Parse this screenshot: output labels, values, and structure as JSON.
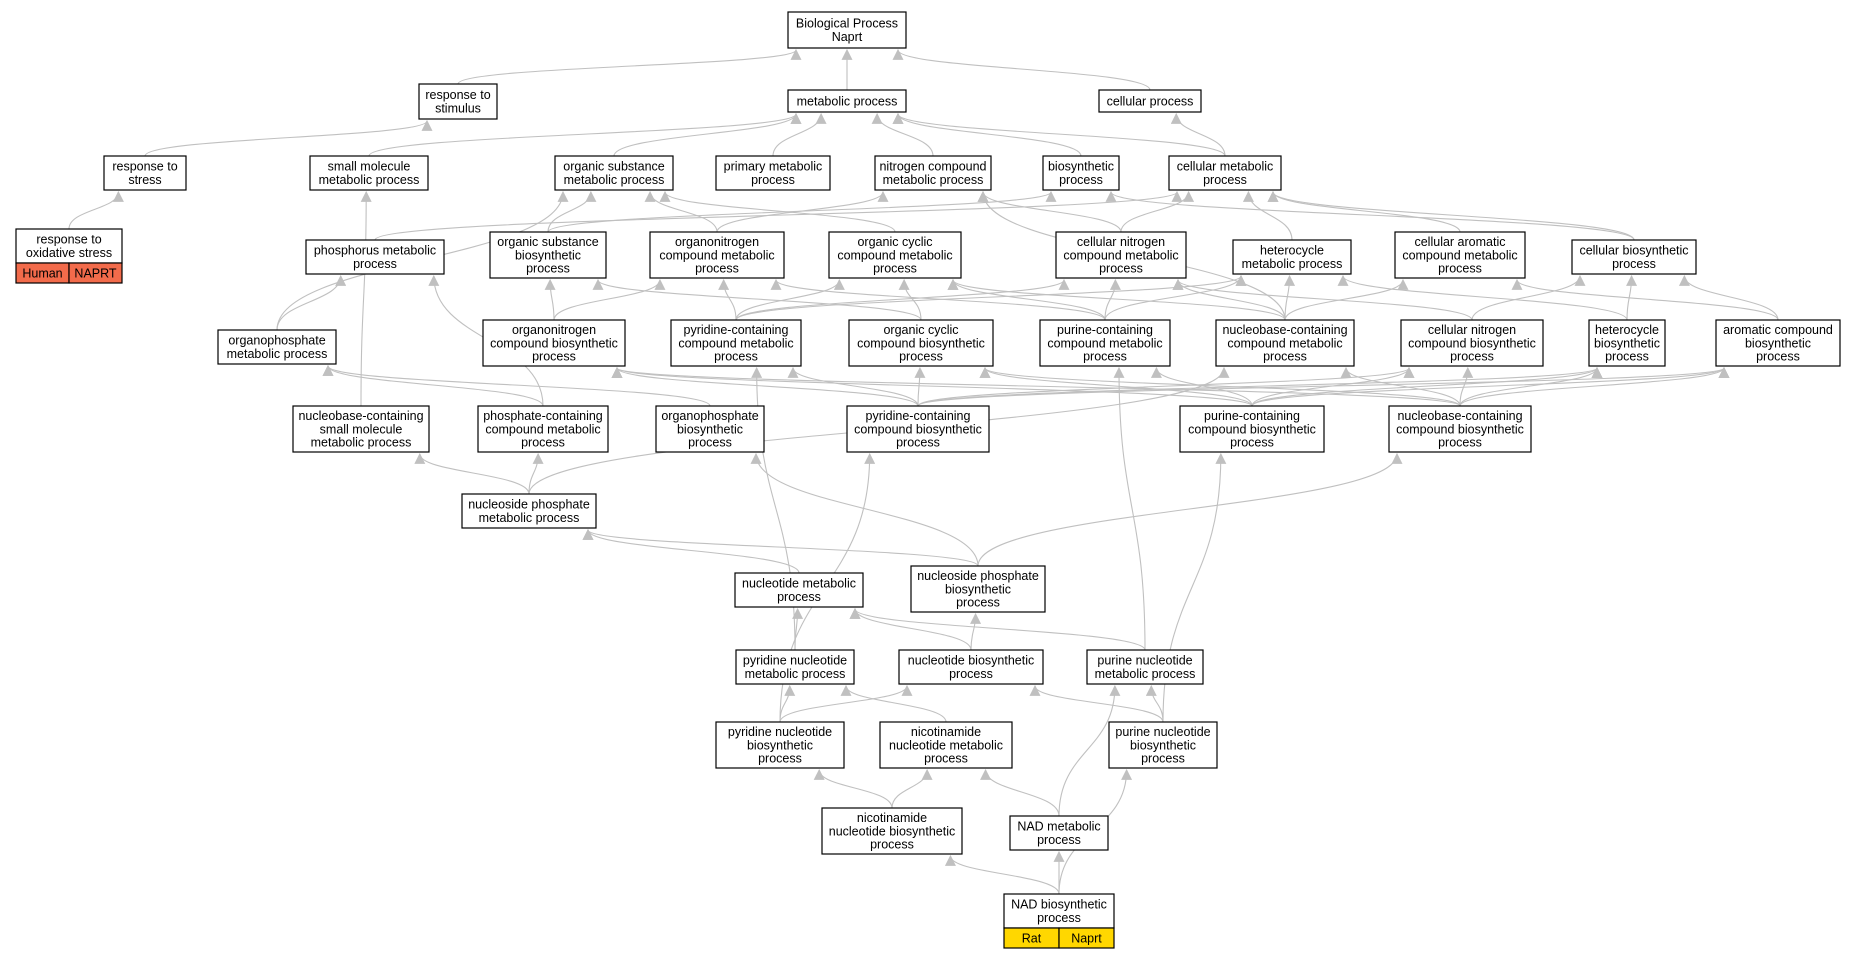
{
  "graph": {
    "edge_color": "#c0c0c0",
    "node_border": "#000000",
    "highlight_colors": {
      "human": "#f26b4b",
      "rat": "#ffd700"
    },
    "nodes": [
      {
        "id": "bp",
        "lines": [
          "Biological Process",
          "Naprt"
        ]
      },
      {
        "id": "resp_stim",
        "lines": [
          "response to",
          "stimulus"
        ]
      },
      {
        "id": "metab",
        "lines": [
          "metabolic process"
        ]
      },
      {
        "id": "cellproc",
        "lines": [
          "cellular process"
        ]
      },
      {
        "id": "resp_stress",
        "lines": [
          "response to",
          "stress"
        ]
      },
      {
        "id": "smallmol",
        "lines": [
          "small molecule",
          "metabolic process"
        ]
      },
      {
        "id": "orgsub",
        "lines": [
          "organic substance",
          "metabolic process"
        ]
      },
      {
        "id": "primary",
        "lines": [
          "primary metabolic",
          "process"
        ]
      },
      {
        "id": "nitrogen",
        "lines": [
          "nitrogen compound",
          "metabolic process"
        ]
      },
      {
        "id": "biosyn",
        "lines": [
          "biosynthetic",
          "process"
        ]
      },
      {
        "id": "cellmetab",
        "lines": [
          "cellular metabolic",
          "process"
        ]
      },
      {
        "id": "oxstress",
        "lines": [
          "response to",
          "oxidative stress"
        ],
        "tags": [
          "Human",
          "NAPRT"
        ],
        "tagColor": "human"
      },
      {
        "id": "phosphorus",
        "lines": [
          "phosphorus metabolic",
          "process"
        ]
      },
      {
        "id": "orgsubbio",
        "lines": [
          "organic substance",
          "biosynthetic",
          "process"
        ]
      },
      {
        "id": "organonitro",
        "lines": [
          "organonitrogen",
          "compound metabolic",
          "process"
        ]
      },
      {
        "id": "orgcyclic",
        "lines": [
          "organic cyclic",
          "compound metabolic",
          "process"
        ]
      },
      {
        "id": "cellnitro",
        "lines": [
          "cellular nitrogen",
          "compound metabolic",
          "process"
        ]
      },
      {
        "id": "hetero",
        "lines": [
          "heterocycle",
          "metabolic process"
        ]
      },
      {
        "id": "cellarom",
        "lines": [
          "cellular aromatic",
          "compound metabolic",
          "process"
        ]
      },
      {
        "id": "cellbiosyn",
        "lines": [
          "cellular biosynthetic",
          "process"
        ]
      },
      {
        "id": "organophos",
        "lines": [
          "organophosphate",
          "metabolic process"
        ]
      },
      {
        "id": "organonitrobio",
        "lines": [
          "organonitrogen",
          "compound biosynthetic",
          "process"
        ]
      },
      {
        "id": "pyridmetab",
        "lines": [
          "pyridine-containing",
          "compound metabolic",
          "process"
        ]
      },
      {
        "id": "orgcyclicbio",
        "lines": [
          "organic cyclic",
          "compound biosynthetic",
          "process"
        ]
      },
      {
        "id": "purinemetab",
        "lines": [
          "purine-containing",
          "compound metabolic",
          "process"
        ]
      },
      {
        "id": "nucleobasemetab",
        "lines": [
          "nucleobase-containing",
          "compound metabolic",
          "process"
        ]
      },
      {
        "id": "cellnitrobio",
        "lines": [
          "cellular nitrogen",
          "compound biosynthetic",
          "process"
        ]
      },
      {
        "id": "heterobio",
        "lines": [
          "heterocycle",
          "biosynthetic",
          "process"
        ]
      },
      {
        "id": "arombio",
        "lines": [
          "aromatic compound",
          "biosynthetic",
          "process"
        ]
      },
      {
        "id": "nucleobasesmall",
        "lines": [
          "nucleobase-containing",
          "small molecule",
          "metabolic process"
        ]
      },
      {
        "id": "phosphatecont",
        "lines": [
          "phosphate-containing",
          "compound metabolic",
          "process"
        ]
      },
      {
        "id": "organophosbio",
        "lines": [
          "organophosphate",
          "biosynthetic",
          "process"
        ]
      },
      {
        "id": "pyridbio",
        "lines": [
          "pyridine-containing",
          "compound biosynthetic",
          "process"
        ]
      },
      {
        "id": "purinebio",
        "lines": [
          "purine-containing",
          "compound biosynthetic",
          "process"
        ]
      },
      {
        "id": "nucleobasebio",
        "lines": [
          "nucleobase-containing",
          "compound biosynthetic",
          "process"
        ]
      },
      {
        "id": "nsphosmetab",
        "lines": [
          "nucleoside phosphate",
          "metabolic process"
        ]
      },
      {
        "id": "nucleotidemetab",
        "lines": [
          "nucleotide metabolic",
          "process"
        ]
      },
      {
        "id": "nsphosbio",
        "lines": [
          "nucleoside phosphate",
          "biosynthetic",
          "process"
        ]
      },
      {
        "id": "pyridnucmetab",
        "lines": [
          "pyridine nucleotide",
          "metabolic process"
        ]
      },
      {
        "id": "nucbio",
        "lines": [
          "nucleotide biosynthetic",
          "process"
        ]
      },
      {
        "id": "purinenucmetab",
        "lines": [
          "purine nucleotide",
          "metabolic process"
        ]
      },
      {
        "id": "pyridnucbio",
        "lines": [
          "pyridine nucleotide",
          "biosynthetic",
          "process"
        ]
      },
      {
        "id": "nicmetab",
        "lines": [
          "nicotinamide",
          "nucleotide metabolic",
          "process"
        ]
      },
      {
        "id": "purinenucbio",
        "lines": [
          "purine nucleotide",
          "biosynthetic",
          "process"
        ]
      },
      {
        "id": "nicbio",
        "lines": [
          "nicotinamide",
          "nucleotide biosynthetic",
          "process"
        ]
      },
      {
        "id": "nadmetab",
        "lines": [
          "NAD metabolic",
          "process"
        ]
      },
      {
        "id": "nadbio",
        "lines": [
          "NAD biosynthetic",
          "process"
        ],
        "tags": [
          "Rat",
          "Naprt"
        ],
        "tagColor": "rat"
      }
    ],
    "edges": [
      [
        "resp_stim",
        "bp"
      ],
      [
        "metab",
        "bp"
      ],
      [
        "cellproc",
        "bp"
      ],
      [
        "resp_stress",
        "resp_stim"
      ],
      [
        "oxstress",
        "resp_stress"
      ],
      [
        "smallmol",
        "metab"
      ],
      [
        "orgsub",
        "metab"
      ],
      [
        "primary",
        "metab"
      ],
      [
        "nitrogen",
        "metab"
      ],
      [
        "biosyn",
        "metab"
      ],
      [
        "cellmetab",
        "metab"
      ],
      [
        "cellmetab",
        "cellproc"
      ],
      [
        "orgsubbio",
        "orgsub"
      ],
      [
        "organonitro",
        "orgsub"
      ],
      [
        "orgcyclic",
        "orgsub"
      ],
      [
        "orgsubbio",
        "biosyn"
      ],
      [
        "cellbiosyn",
        "biosyn"
      ],
      [
        "organonitro",
        "nitrogen"
      ],
      [
        "cellnitro",
        "nitrogen"
      ],
      [
        "cellnitro",
        "cellmetab"
      ],
      [
        "hetero",
        "cellmetab"
      ],
      [
        "cellarom",
        "cellmetab"
      ],
      [
        "cellbiosyn",
        "cellmetab"
      ],
      [
        "phosphorus",
        "cellmetab"
      ],
      [
        "organophos",
        "phosphorus"
      ],
      [
        "phosphatecont",
        "phosphorus"
      ],
      [
        "organophos",
        "orgsub"
      ],
      [
        "nucleobasesmall",
        "smallmol"
      ],
      [
        "organonitrobio",
        "organonitro"
      ],
      [
        "organonitrobio",
        "orgsubbio"
      ],
      [
        "pyridmetab",
        "organonitro"
      ],
      [
        "pyridmetab",
        "orgcyclic"
      ],
      [
        "pyridmetab",
        "cellnitro"
      ],
      [
        "pyridmetab",
        "hetero"
      ],
      [
        "orgcyclicbio",
        "orgcyclic"
      ],
      [
        "orgcyclicbio",
        "orgsubbio"
      ],
      [
        "purinemetab",
        "cellnitro"
      ],
      [
        "purinemetab",
        "hetero"
      ],
      [
        "purinemetab",
        "orgcyclic"
      ],
      [
        "purinemetab",
        "organonitro"
      ],
      [
        "nucleobasemetab",
        "cellnitro"
      ],
      [
        "nucleobasemetab",
        "hetero"
      ],
      [
        "nucleobasemetab",
        "cellarom"
      ],
      [
        "nucleobasemetab",
        "orgcyclic"
      ],
      [
        "nucleobasemetab",
        "nitrogen"
      ],
      [
        "cellnitrobio",
        "cellbiosyn"
      ],
      [
        "cellnitrobio",
        "cellnitro"
      ],
      [
        "heterobio",
        "cellbiosyn"
      ],
      [
        "heterobio",
        "hetero"
      ],
      [
        "arombio",
        "cellbiosyn"
      ],
      [
        "arombio",
        "cellarom"
      ],
      [
        "organophosbio",
        "organophos"
      ],
      [
        "phosphatecont",
        "organophos"
      ],
      [
        "pyridbio",
        "pyridmetab"
      ],
      [
        "pyridbio",
        "orgcyclicbio"
      ],
      [
        "pyridbio",
        "organonitrobio"
      ],
      [
        "pyridbio",
        "cellnitrobio"
      ],
      [
        "pyridbio",
        "heterobio"
      ],
      [
        "pyridbio",
        "arombio"
      ],
      [
        "purinebio",
        "purinemetab"
      ],
      [
        "purinebio",
        "orgcyclicbio"
      ],
      [
        "purinebio",
        "organonitrobio"
      ],
      [
        "purinebio",
        "cellnitrobio"
      ],
      [
        "purinebio",
        "heterobio"
      ],
      [
        "purinebio",
        "arombio"
      ],
      [
        "nucleobasebio",
        "nucleobasemetab"
      ],
      [
        "nucleobasebio",
        "cellnitrobio"
      ],
      [
        "nucleobasebio",
        "orgcyclicbio"
      ],
      [
        "nucleobasebio",
        "heterobio"
      ],
      [
        "nucleobasebio",
        "arombio"
      ],
      [
        "nucleobasebio",
        "organonitrobio"
      ],
      [
        "nsphosmetab",
        "nucleobasesmall"
      ],
      [
        "nsphosmetab",
        "phosphatecont"
      ],
      [
        "nsphosmetab",
        "nucleobasemetab"
      ],
      [
        "nsphosbio",
        "nsphosmetab"
      ],
      [
        "nsphosbio",
        "nucleobasebio"
      ],
      [
        "nsphosbio",
        "organophosbio"
      ],
      [
        "nucleotidemetab",
        "nsphosmetab"
      ],
      [
        "pyridnucmetab",
        "nucleotidemetab"
      ],
      [
        "pyridnucmetab",
        "pyridmetab"
      ],
      [
        "nucbio",
        "nsphosbio"
      ],
      [
        "nucbio",
        "nucleotidemetab"
      ],
      [
        "purinenucmetab",
        "nucleotidemetab"
      ],
      [
        "purinenucmetab",
        "purinemetab"
      ],
      [
        "pyridnucbio",
        "pyridnucmetab"
      ],
      [
        "pyridnucbio",
        "nucbio"
      ],
      [
        "pyridnucbio",
        "pyridbio"
      ],
      [
        "nicmetab",
        "pyridnucmetab"
      ],
      [
        "purinenucbio",
        "purinenucmetab"
      ],
      [
        "purinenucbio",
        "nucbio"
      ],
      [
        "purinenucbio",
        "purinebio"
      ],
      [
        "nicbio",
        "pyridnucbio"
      ],
      [
        "nicbio",
        "nicmetab"
      ],
      [
        "nadmetab",
        "nicmetab"
      ],
      [
        "nadmetab",
        "purinenucmetab"
      ],
      [
        "nadbio",
        "nicbio"
      ],
      [
        "nadbio",
        "nadmetab"
      ],
      [
        "nadbio",
        "purinenucbio"
      ]
    ]
  }
}
